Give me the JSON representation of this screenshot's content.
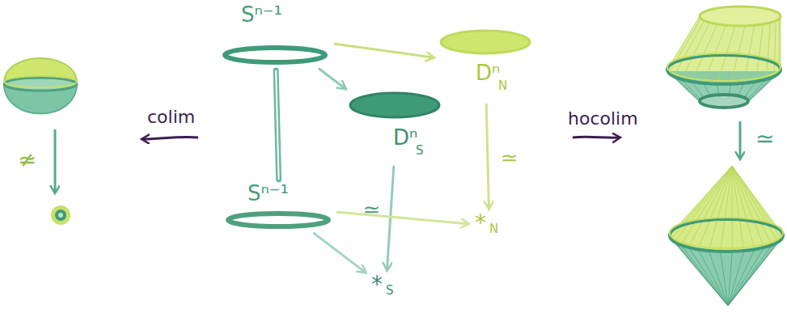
{
  "diagram": {
    "nodes": [
      {
        "text": [
          "Sⁿ⁻¹"
        ]
      },
      {
        "text": [
          "Dⁿ",
          "N"
        ]
      },
      {
        "text": [
          "Dⁿ",
          "S"
        ]
      },
      {
        "text": [
          "Sⁿ⁻¹"
        ]
      },
      {
        "text": [
          "*",
          "N"
        ]
      },
      {
        "text": [
          "*",
          "S"
        ]
      }
    ],
    "edges": [
      {
        "from": 0,
        "to": 1,
        "arrow": "to"
      },
      {
        "from": 0,
        "to": 2,
        "arrow": "to"
      },
      {
        "from": 0,
        "to": 3,
        "arrow": "none"
      },
      {
        "from": 1,
        "to": 4,
        "label": "≃",
        "arrow": "to"
      },
      {
        "from": 2,
        "to": 5,
        "label": "≃",
        "arrow": "to"
      },
      {
        "from": 3,
        "to": 4,
        "arrow": "to"
      },
      {
        "from": 3,
        "to": 5,
        "arrow": "to"
      }
    ],
    "labels": [
      "colim",
      "hocolim",
      "≄",
      "≃"
    ]
  }
}
